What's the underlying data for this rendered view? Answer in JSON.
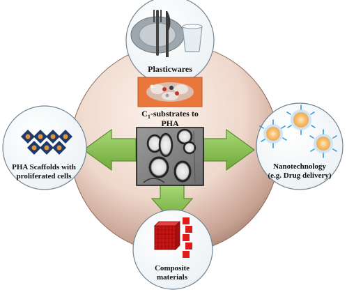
{
  "diagram": {
    "center": {
      "title_prefix": "C",
      "title_subscript": "1",
      "title_suffix": "-substrates to",
      "title_line2": "PHA"
    },
    "nodes": {
      "top": {
        "label": "Plasticwares"
      },
      "left": {
        "label_line1": "PHA Scaffolds with",
        "label_line2": "proliferated cells"
      },
      "right": {
        "label_line1": "Nanotechnology",
        "label_line2": "(e.g. Drug delivery)"
      },
      "bottom": {
        "label_line1": "Composite",
        "label_line2": "materials"
      }
    },
    "colors": {
      "arrow_green": "#8cc152",
      "arrow_green_dark": "#5a8a2e",
      "sphere_light": "#fbeee6",
      "sphere_dark": "#b08676",
      "circle_fill": "#f2f6f8",
      "circle_stroke": "#6f8591",
      "scaffold_dark": "#1d3a6b",
      "scaffold_light": "#e3923a",
      "nano_core": "#f6b45a",
      "nano_shell": "#cfe4f2",
      "nano_ligand": "#2a9ad6",
      "composite_red": "#e01b1b",
      "substrate_orange": "#e9763a"
    },
    "icons": [
      "fork-knife-plate-icon",
      "drinking-cup-icon",
      "molecule-icon",
      "bacteria-micrograph-icon"
    ]
  }
}
